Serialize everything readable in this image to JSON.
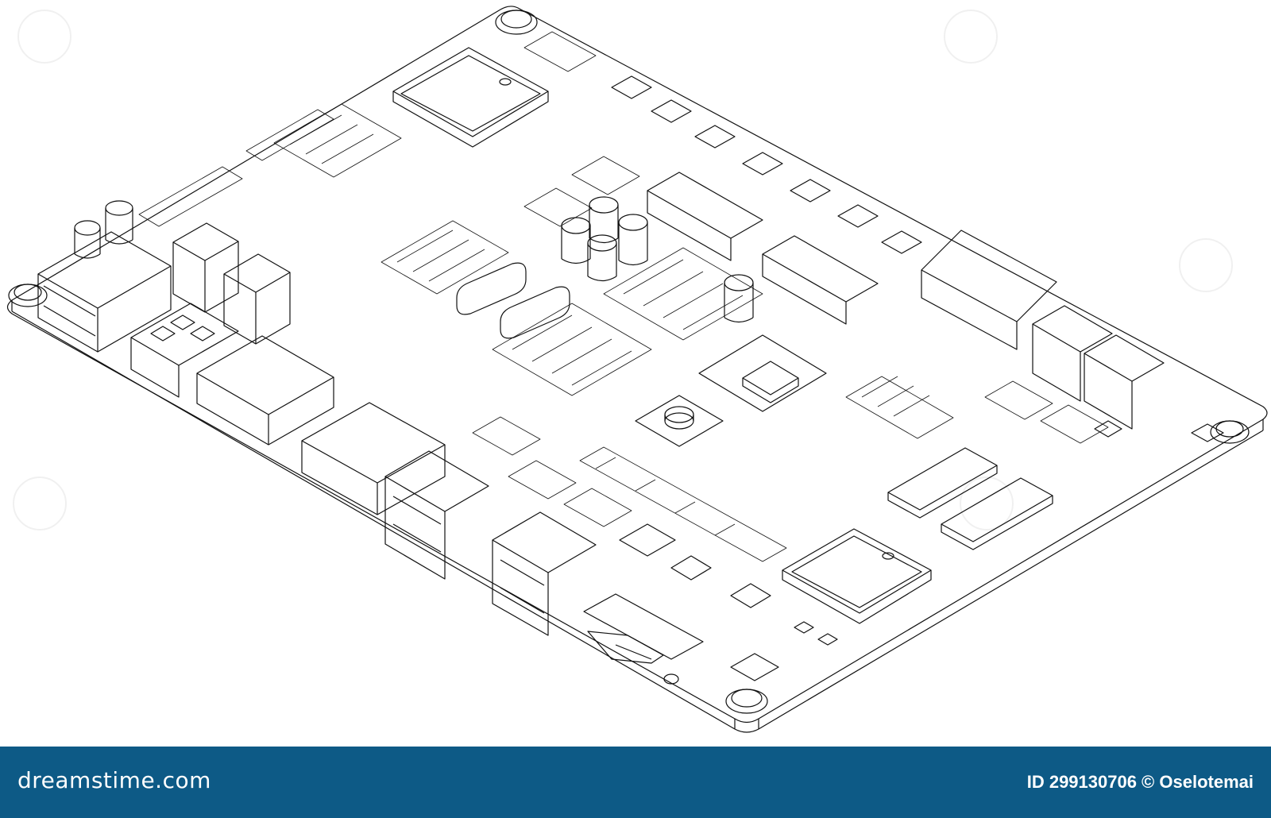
{
  "image": {
    "subject": "circuit board outline",
    "background": "#ffffff",
    "stroke": "#111111"
  },
  "footer": {
    "brand_text": "dreamstime.com",
    "credit_text": "ID 299130706 © Oselotemai",
    "bar_color": "#0d5a86"
  },
  "icons": {
    "watermark": "spiral-watermark-icon"
  }
}
